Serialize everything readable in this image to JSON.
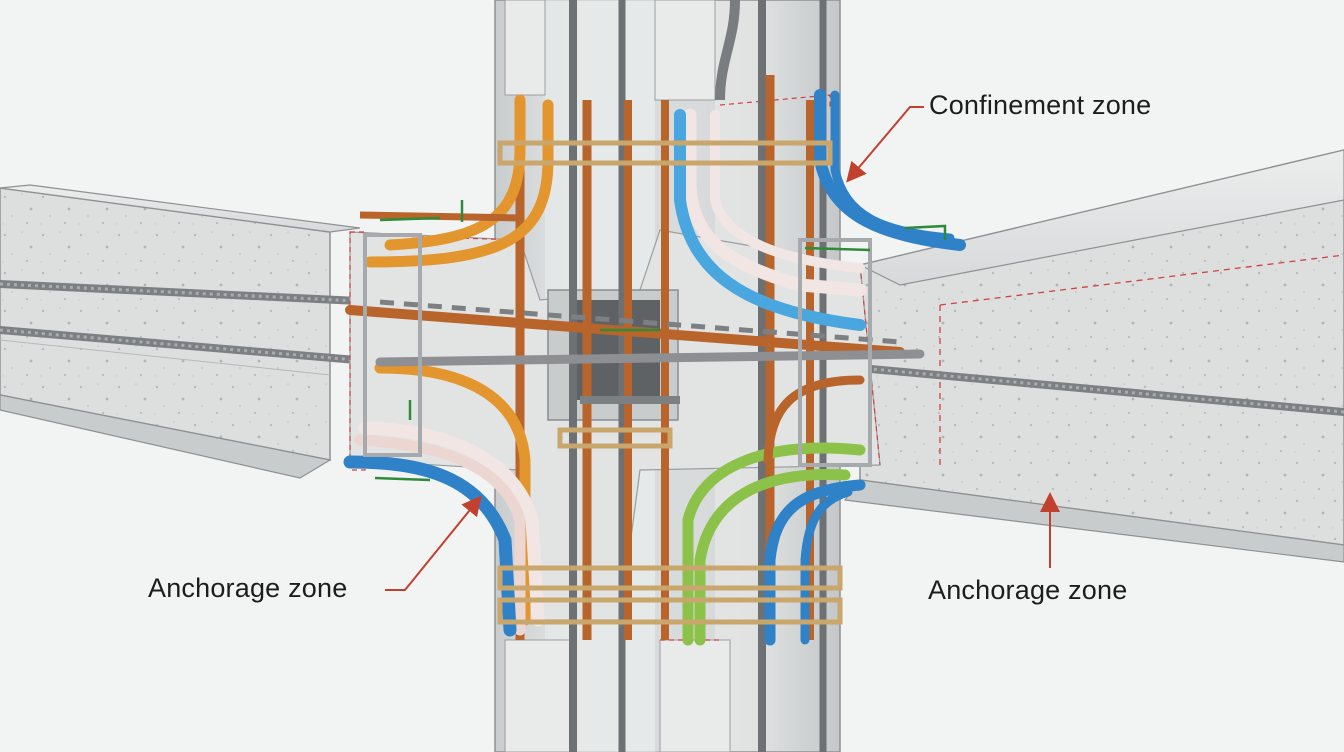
{
  "labels": {
    "confinement_zone": "Confinement zone",
    "anchorage_zone_left": "Anchorage zone",
    "anchorage_zone_right": "Anchorage zone"
  },
  "colors": {
    "background": "#f2f3f3",
    "concrete": "#dcdede",
    "concrete_edge": "#9a9d9f",
    "rebar_rust": "#b8642a",
    "rebar_steel": "#8d8f92",
    "duct_orange": "#e3952e",
    "duct_blue": "#2f82c8",
    "duct_light_blue": "#4aa6de",
    "duct_green": "#8cc24a",
    "duct_pale": "#f1e6e3",
    "stirrup_tan": "#c9a66b",
    "annotation_red": "#c2412e",
    "zone_dash_red": "#d04040",
    "tie_green": "#2f8a3a"
  },
  "icons": [
    "callout-arrow",
    "callout-arrow",
    "callout-arrow"
  ]
}
